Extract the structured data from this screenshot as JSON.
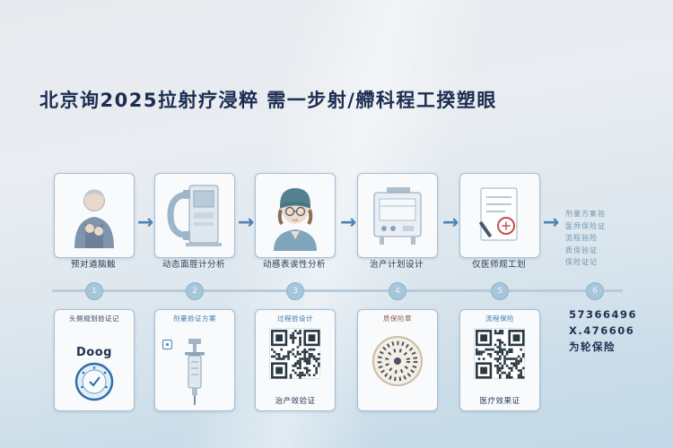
{
  "title": "北京询2025拉射疗浸粹 需一步射/艜科程工揆塑眼",
  "flow_arrow": "→",
  "steps": [
    {
      "label": "预对遒脑触",
      "icon": "patient-icon"
    },
    {
      "label": "动态面胵计分析",
      "icon": "scanner-icon"
    },
    {
      "label": "动慼表诶性分析",
      "icon": "doctor-icon"
    },
    {
      "label": "治产计划设计",
      "icon": "equipment-icon"
    },
    {
      "label": "仅医师规工划",
      "icon": "document-seal-icon"
    }
  ],
  "timeline_numbers": [
    "1",
    "2",
    "3",
    "4",
    "5",
    "6"
  ],
  "bottom_cards": [
    {
      "top_label": "头侧规划验证记",
      "brand": "Doog",
      "icon": "seal-badge-icon"
    },
    {
      "top_label": "剂量验证方案",
      "icon": "syringe-icon"
    },
    {
      "top_label": "过程验设计",
      "caption": "治产效验证",
      "icon": "qr-code"
    },
    {
      "top_label": "质保险章",
      "icon": "round-stamp-icon"
    },
    {
      "top_label": "流程保险",
      "caption": "医疗效果证",
      "icon": "qr-code"
    }
  ],
  "right_notes": [
    "剂量方案验",
    "医师保险证",
    "流程验险",
    "质保验证",
    "保险证记"
  ],
  "right_stats": [
    "57366496",
    "X.476606",
    "为轮保险"
  ],
  "colors": {
    "accent": "#4c83b4",
    "title": "#1c2d52",
    "timeline_dot": "#a5c6db"
  }
}
